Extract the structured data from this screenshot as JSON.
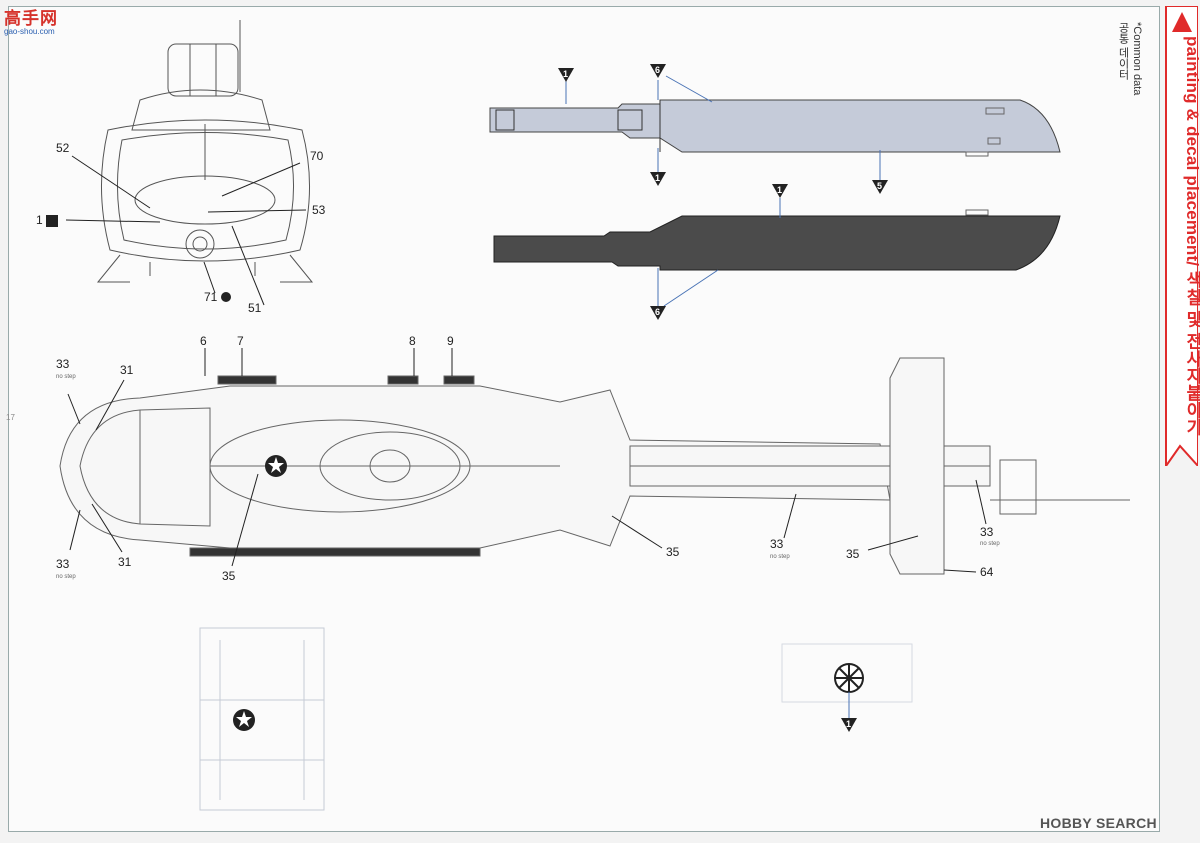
{
  "header": {
    "logo_text": "高手网",
    "logo_url_text": "gao-shou.com",
    "side_title": "painting & decal placement/ 색칠 및 전사지붙이기",
    "common_data_en": "*Common data",
    "common_data_kr": "공통 데이터"
  },
  "page_number": "17",
  "watermark": "HOBBY SEARCH",
  "colors": {
    "accent_red": "#e02a2a",
    "blade_top": "#c5cbd9",
    "blade_bottom": "#4b4b4b",
    "line": "#444444",
    "leader_blue": "#4a73b5"
  },
  "front_view": {
    "callouts": [
      "52",
      "70",
      "1",
      "53",
      "71",
      "51"
    ]
  },
  "blades": {
    "top_markers": [
      "1",
      "6",
      "1",
      "5"
    ],
    "bottom_markers": [
      "1",
      "6"
    ]
  },
  "top_view": {
    "callouts": [
      "6",
      "7",
      "8",
      "9",
      "33",
      "31",
      "33",
      "31",
      "35",
      "35",
      "33",
      "35",
      "33",
      "64"
    ],
    "no_step_label": "no step"
  },
  "detail": {
    "marker": "1"
  }
}
